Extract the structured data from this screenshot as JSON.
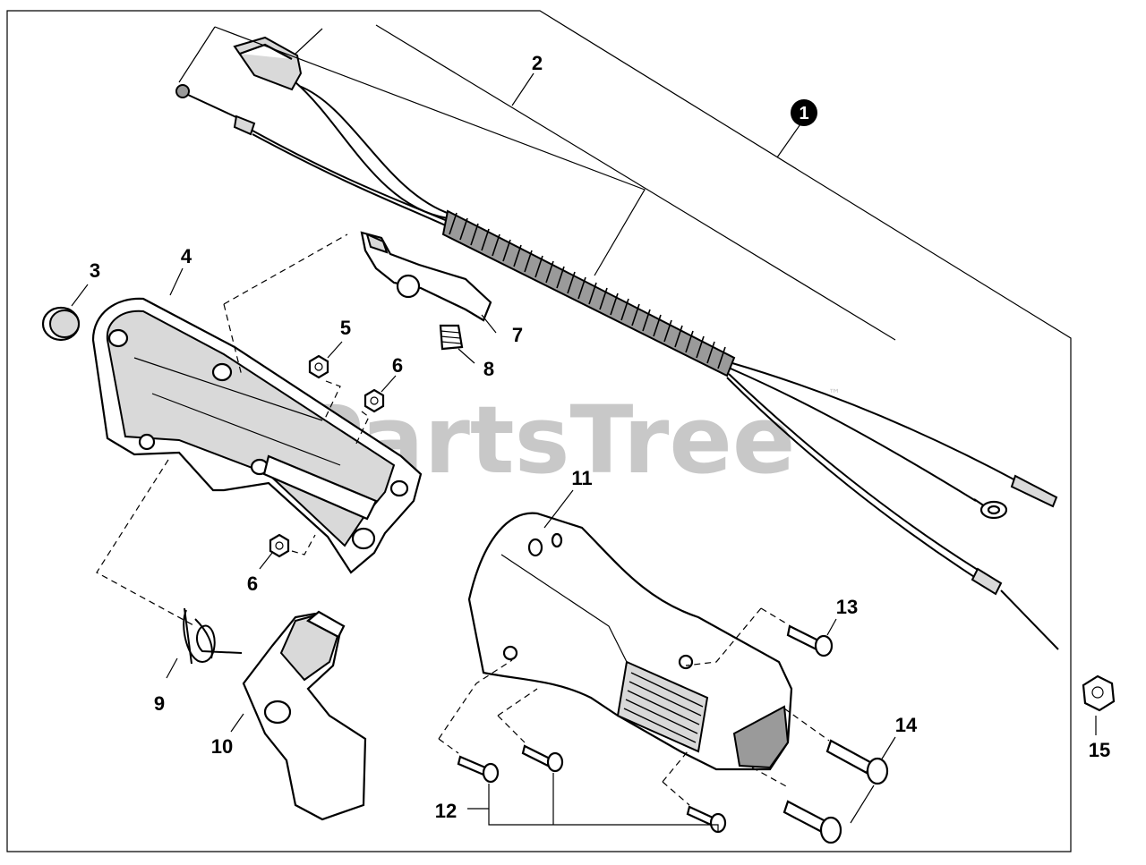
{
  "watermark": {
    "text": "PartsTree",
    "trademark": "™"
  },
  "callouts": [
    {
      "id": "1",
      "label": "1",
      "style": "circled"
    },
    {
      "id": "2",
      "label": "2"
    },
    {
      "id": "3",
      "label": "3"
    },
    {
      "id": "4",
      "label": "4"
    },
    {
      "id": "5",
      "label": "5"
    },
    {
      "id": "6a",
      "label": "6"
    },
    {
      "id": "6b",
      "label": "6"
    },
    {
      "id": "7",
      "label": "7"
    },
    {
      "id": "8",
      "label": "8"
    },
    {
      "id": "9",
      "label": "9"
    },
    {
      "id": "10",
      "label": "10"
    },
    {
      "id": "11",
      "label": "11"
    },
    {
      "id": "12",
      "label": "12"
    },
    {
      "id": "13",
      "label": "13"
    },
    {
      "id": "14",
      "label": "14"
    },
    {
      "id": "15",
      "label": "15"
    }
  ]
}
